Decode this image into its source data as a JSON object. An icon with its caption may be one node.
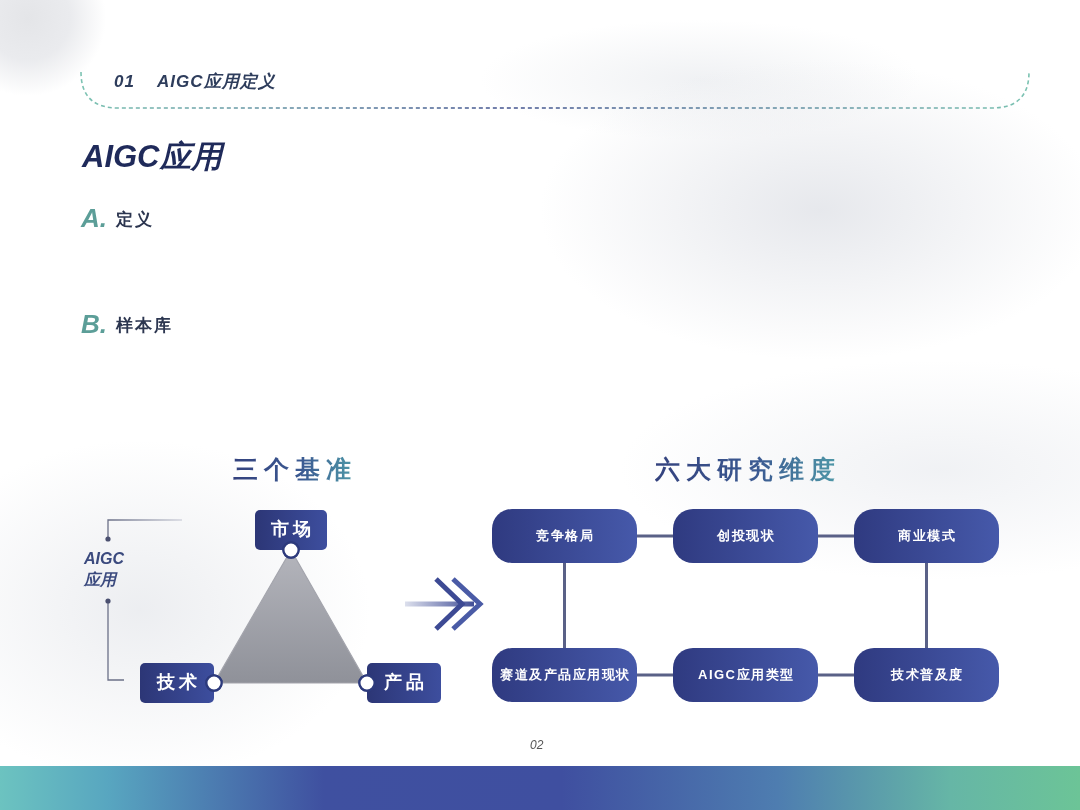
{
  "diagram": {
    "title": "AIGC应用",
    "nodes": [
      {
        "text": [
          "市场"
        ]
      },
      {
        "text": [
          "技术"
        ]
      },
      {
        "text": [
          "产品"
        ]
      },
      {
        "text": [
          "竞争格局"
        ]
      },
      {
        "text": [
          "创投现状"
        ]
      },
      {
        "text": [
          "商业模式"
        ]
      },
      {
        "text": [
          "赛道及产品应用现状"
        ]
      },
      {
        "text": [
          "AIGC应用类型"
        ]
      },
      {
        "text": [
          "技术普及度"
        ]
      }
    ],
    "edges": [
      {
        "from": 0,
        "to": 1,
        "arrow": "other",
        "color": "#a3a4ac"
      },
      {
        "from": 1,
        "to": 2,
        "arrow": "other",
        "color": "#a3a4ac"
      },
      {
        "from": 2,
        "to": 0,
        "arrow": "other",
        "color": "#a3a4ac"
      },
      {
        "from": 3,
        "to": 4,
        "arrow": "none"
      },
      {
        "from": 4,
        "to": 5,
        "arrow": "none"
      },
      {
        "from": 3,
        "to": 6,
        "arrow": "none"
      },
      {
        "from": 5,
        "to": 8,
        "arrow": "none"
      },
      {
        "from": 6,
        "to": 7,
        "arrow": "none"
      },
      {
        "from": 7,
        "to": 8,
        "arrow": "none"
      }
    ],
    "labels": [
      "01",
      "AIGC应用定义",
      "A.",
      "定义",
      "B.",
      "样本库",
      "三个基准",
      "六大研究维度",
      "AIGC 应用",
      "02"
    ]
  }
}
